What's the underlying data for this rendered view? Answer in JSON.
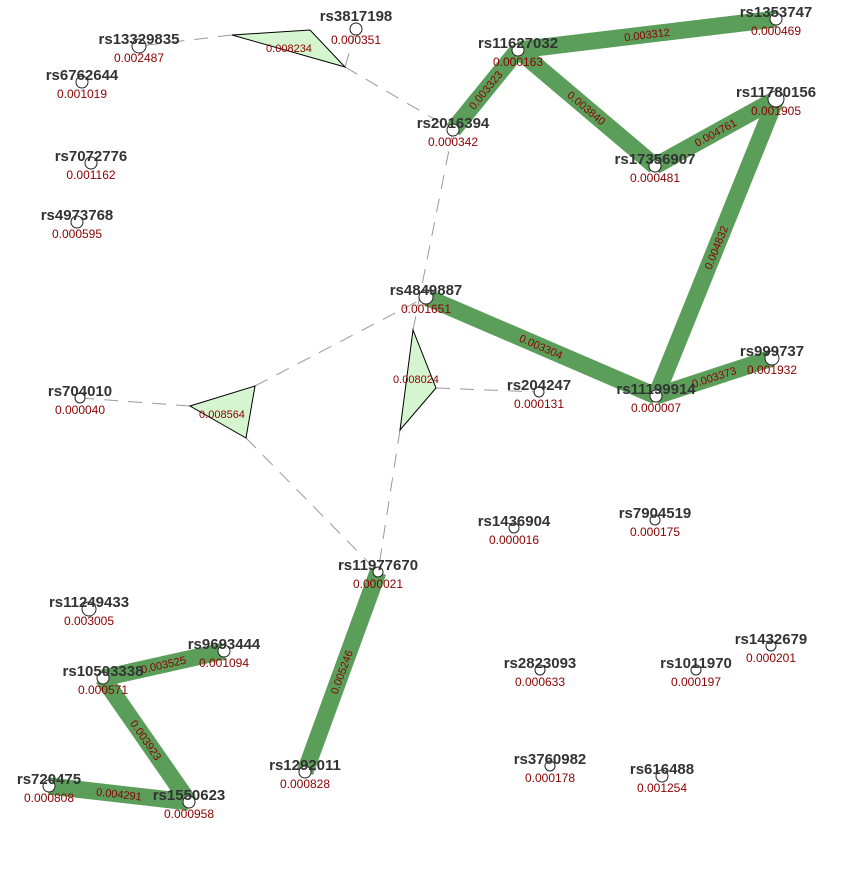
{
  "nodes": [
    {
      "id": "rs3817198",
      "value": "0.000351"
    },
    {
      "id": "rs13329835",
      "value": "0.002487"
    },
    {
      "id": "rs6762644",
      "value": "0.001019"
    },
    {
      "id": "rs11627032",
      "value": "0.000163"
    },
    {
      "id": "rs1353747",
      "value": "0.000469"
    },
    {
      "id": "rs11780156",
      "value": "0.001905"
    },
    {
      "id": "rs2016394",
      "value": "0.000342"
    },
    {
      "id": "rs17356907",
      "value": "0.000481"
    },
    {
      "id": "rs7072776",
      "value": "0.001162"
    },
    {
      "id": "rs4973768",
      "value": "0.000595"
    },
    {
      "id": "rs4849887",
      "value": "0.001651"
    },
    {
      "id": "rs999737",
      "value": "0.001932"
    },
    {
      "id": "rs704010",
      "value": "0.000040"
    },
    {
      "id": "rs204247",
      "value": "0.000131"
    },
    {
      "id": "rs11199914",
      "value": "0.000007"
    },
    {
      "id": "rs1436904",
      "value": "0.000016"
    },
    {
      "id": "rs7904519",
      "value": "0.000175"
    },
    {
      "id": "rs11977670",
      "value": "0.000021"
    },
    {
      "id": "rs11249433",
      "value": "0.003005"
    },
    {
      "id": "rs9693444",
      "value": "0.001094"
    },
    {
      "id": "rs1432679",
      "value": "0.000201"
    },
    {
      "id": "rs10503338",
      "value": "0.000571"
    },
    {
      "id": "rs2823093",
      "value": "0.000633"
    },
    {
      "id": "rs1011970",
      "value": "0.000197"
    },
    {
      "id": "rs3760982",
      "value": "0.000178"
    },
    {
      "id": "rs720475",
      "value": "0.000808"
    },
    {
      "id": "rs1292011",
      "value": "0.000828"
    },
    {
      "id": "rs616488",
      "value": "0.001254"
    },
    {
      "id": "rs1550623",
      "value": "0.000958"
    }
  ],
  "edges": [
    {
      "source": "rs11627032",
      "target": "rs1353747",
      "value": "0.003312"
    },
    {
      "source": "rs2016394",
      "target": "rs11627032",
      "value": "0.003323"
    },
    {
      "source": "rs11627032",
      "target": "rs17356907",
      "value": "0.003840"
    },
    {
      "source": "rs17356907",
      "target": "rs11780156",
      "value": "0.004761"
    },
    {
      "source": "rs11780156",
      "target": "rs11199914",
      "value": "0.004832"
    },
    {
      "source": "rs4849887",
      "target": "rs11199914",
      "value": "0.003304"
    },
    {
      "source": "rs11199914",
      "target": "rs999737",
      "value": "0.003373"
    },
    {
      "source": "rs11977670",
      "target": "rs1292011",
      "value": "0.005246"
    },
    {
      "source": "rs10503338",
      "target": "rs9693444",
      "value": "0.003525"
    },
    {
      "source": "rs10503338",
      "target": "rs1550623",
      "value": "0.003923"
    },
    {
      "source": "rs720475",
      "target": "rs1550623",
      "value": "0.004291"
    }
  ],
  "triangles": [
    {
      "value": "0.008234",
      "connects": [
        "rs13329835",
        "rs3817198",
        "rs2016394"
      ]
    },
    {
      "value": "0.008564",
      "connects": [
        "rs704010",
        "rs4849887",
        "rs11977670"
      ]
    },
    {
      "value": "0.008024",
      "connects": [
        "rs2016394",
        "rs204247",
        "rs11977670"
      ]
    }
  ],
  "colors": {
    "edge": "#5a9e5a",
    "triangle_fill": "#d4f5cf",
    "triangle_stroke": "#000000",
    "dashed_link": "#999999",
    "node_name": "#333333",
    "value_text": "#8b0000"
  }
}
